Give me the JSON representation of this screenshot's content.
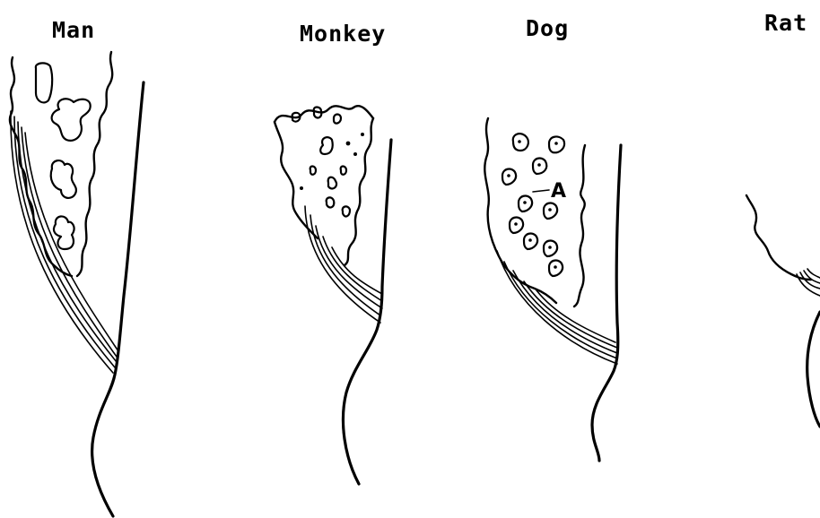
{
  "panels": [
    {
      "label": "Man"
    },
    {
      "label": "Monkey"
    },
    {
      "label": "Dog"
    },
    {
      "label": "Rat"
    }
  ],
  "annotations": {
    "dog_marker": "A"
  }
}
